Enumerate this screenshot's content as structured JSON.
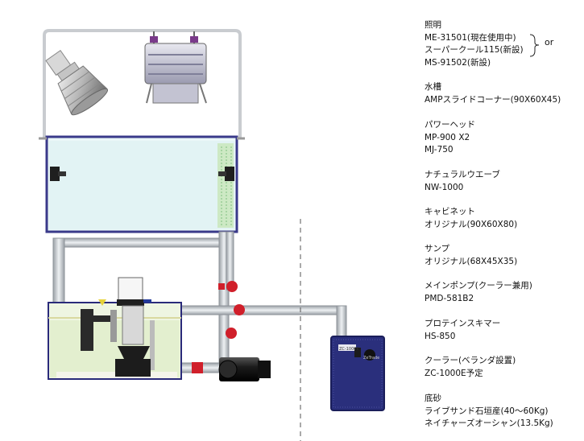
{
  "diagram": {
    "cooler_label": "ZC-1000E",
    "cooler_logo": "ZeTrade"
  },
  "specs": [
    {
      "title": "照明",
      "lines": [
        "ME-31501(現在使用中)",
        "スーパークール115(新設)",
        "MS-91502(新設)"
      ]
    },
    {
      "title": "水槽",
      "lines": [
        "AMPスライドコーナー(90X60X45)"
      ]
    },
    {
      "title": "パワーヘッド",
      "lines": [
        "MP-900 X2",
        "MJ-750"
      ]
    },
    {
      "title": "ナチュラルウエーブ",
      "lines": [
        "NW-1000"
      ]
    },
    {
      "title": "キャビネット",
      "lines": [
        "オリジナル(90X60X80)"
      ]
    },
    {
      "title": "サンプ",
      "lines": [
        "オリジナル(68X45X35)"
      ]
    },
    {
      "title": "メインポンプ(クーラー兼用)",
      "lines": [
        "PMD-581B2"
      ]
    },
    {
      "title": "プロテインスキマー",
      "lines": [
        "HS-850"
      ]
    },
    {
      "title": "クーラー(ベランダ設置)",
      "lines": [
        "ZC-1000E予定"
      ]
    },
    {
      "title": "底砂",
      "lines": [
        "ライブサンド石垣産(40～60Kg)",
        "ネイチャーズオーシャン(13.5Kg)"
      ]
    }
  ],
  "or_label": "or",
  "icons": [
    "spotlight-icon",
    "led-fixture-icon",
    "pump-icon",
    "cooler-icon",
    "valve-icon"
  ]
}
